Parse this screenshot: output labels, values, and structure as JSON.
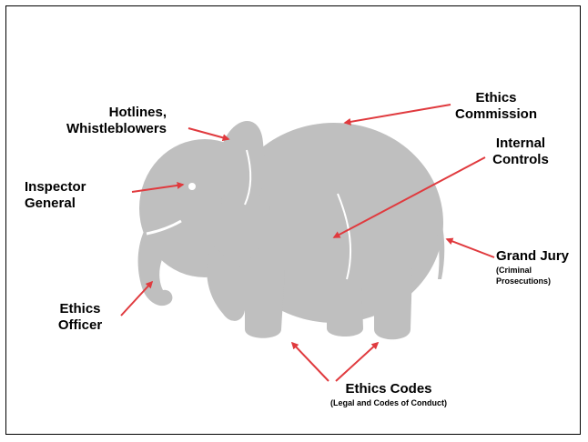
{
  "colors": {
    "elephant": "#bfbfbf",
    "arrow": "#e03a3e",
    "text": "#000000",
    "frame": "#000000"
  },
  "labels": {
    "hotlines": {
      "line1": "Hotlines,",
      "line2": "Whistleblowers"
    },
    "inspector": {
      "line1": "Inspector",
      "line2": "General"
    },
    "ethics_officer": {
      "line1": "Ethics",
      "line2": "Officer"
    },
    "ethics_commission": {
      "line1": "Ethics",
      "line2": "Commission"
    },
    "internal_controls": {
      "line1": "Internal",
      "line2": "Controls"
    },
    "grand_jury": {
      "line1": "Grand Jury",
      "sub1": "(Criminal",
      "sub2": "Prosecutions)"
    },
    "ethics_codes": {
      "line1": "Ethics Codes",
      "sub": "(Legal and Codes of Conduct)"
    }
  }
}
